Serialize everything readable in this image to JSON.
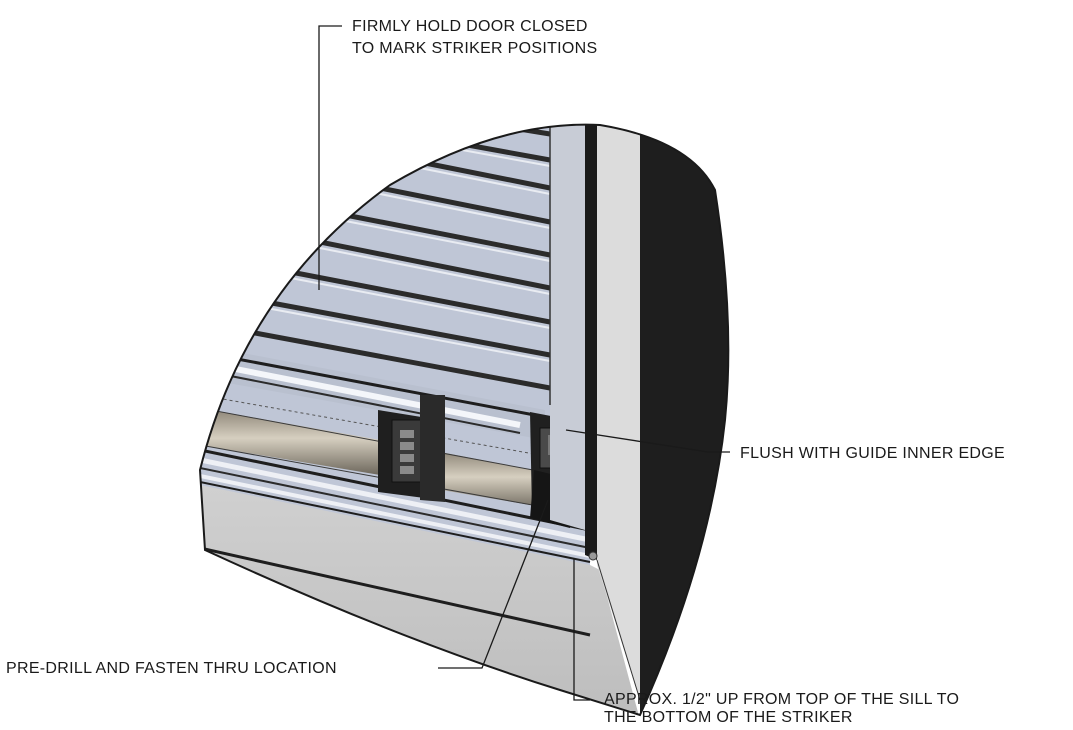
{
  "callouts": {
    "hold_door_line1": "FIRMLY HOLD DOOR CLOSED",
    "hold_door_line2": "TO MARK STRIKER POSITIONS",
    "flush_guide": "FLUSH WITH GUIDE INNER EDGE",
    "predrill": "PRE-DRILL AND FASTEN THRU LOCATION",
    "approx_line1": "APPROX. 1/2\" UP FROM TOP OF THE SILL TO",
    "approx_line2": "THE BOTTOM OF THE STRIKER"
  },
  "colors": {
    "background": "#ffffff",
    "door_panel": "#bfc6d6",
    "slat_dark": "#2b2b2b",
    "slat_light": "#eef0f5",
    "guide_light": "#dcdcdc",
    "guide_dark": "#1e1e1e",
    "sill": "#c4c4c4",
    "rod": "#a79e8e",
    "striker": "#202020",
    "leader": "#1a1a1a"
  }
}
